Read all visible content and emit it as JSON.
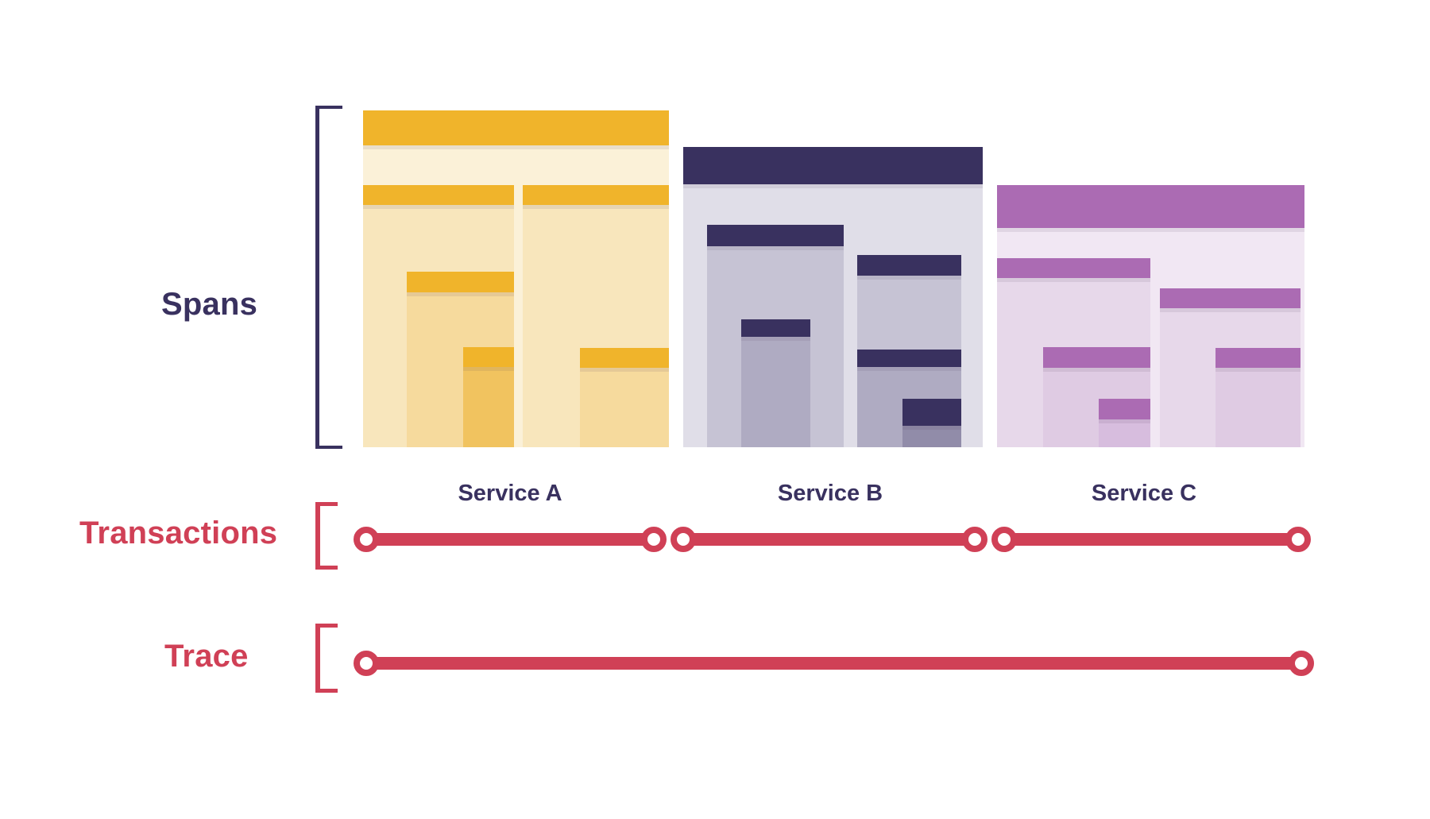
{
  "labels": {
    "spans": "Spans",
    "transactions": "Transactions",
    "trace": "Trace"
  },
  "colors": {
    "background": "#ffffff",
    "accent_red": "#d04056",
    "bracket_navy": "#39315f",
    "label_navy": "#39315f"
  },
  "services": [
    {
      "name": "Service A",
      "color": "#f0b42b",
      "body_tints": [
        "#fbf1d8",
        "#f8e6bc",
        "#f6da9d",
        "#f1c35f"
      ],
      "span_count": 6,
      "nesting_levels": 4,
      "structure": "root span > 2 child spans; left child > grandchild > great-grandchild; right child > grandchild"
    },
    {
      "name": "Service B",
      "color": "#39315f",
      "body_tints": [
        "#e0dee8",
        "#c6c3d4",
        "#afabc2",
        "#918ca9"
      ],
      "span_count": 6,
      "nesting_levels": 4,
      "structure": "root span > 2 child spans; left child > grandchild; right child > grandchild > great-grandchild"
    },
    {
      "name": "Service C",
      "color": "#ab6bb3",
      "body_tints": [
        "#f1e7f3",
        "#e7d8ea",
        "#dfcbe3",
        "#d7bdde"
      ],
      "span_count": 6,
      "nesting_levels": 4,
      "structure": "root span > 2 child spans; left child > grandchild > great-grandchild; right child > grandchild"
    }
  ],
  "diagram": {
    "type": "distributed-tracing",
    "transaction_count": 3,
    "transactions": [
      {
        "service": "Service A"
      },
      {
        "service": "Service B"
      },
      {
        "service": "Service C"
      }
    ],
    "trace": {
      "covers": [
        "Service A",
        "Service B",
        "Service C"
      ]
    }
  }
}
